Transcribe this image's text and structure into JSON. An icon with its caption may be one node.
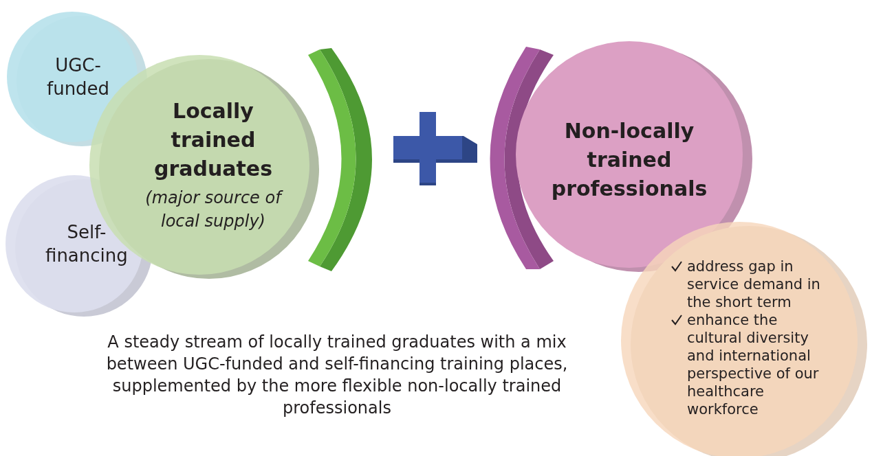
{
  "diagram": {
    "caption": "A steady stream of locally trained graduates with a mix between UGC-funded and self-financing training places, supplemented by the more flexible non-locally trained professionals",
    "nodes": [
      {
        "text": [
          "UGC-funded"
        ]
      },
      {
        "text": [
          "Self-financing"
        ]
      },
      {
        "text": [
          "Locally trained graduates",
          "(major source of local supply)"
        ]
      },
      {
        "text": [
          "Non-locally trained professionals"
        ]
      },
      {
        "text": [
          "address gap in service demand in the short term",
          "enhance the cultural diversity and international perspective of our healthcare workforce"
        ]
      }
    ],
    "edges": []
  }
}
